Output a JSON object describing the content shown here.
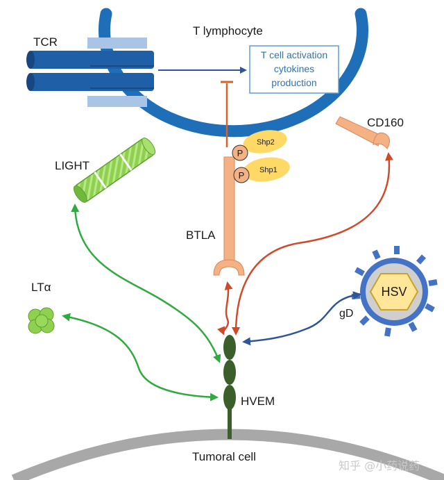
{
  "labels": {
    "t_lymphocyte": "T lymphocyte",
    "tcr": "TCR",
    "activation_line1": "T cell activation",
    "activation_line2": "cytokines",
    "activation_line3": "production",
    "cd160": "CD160",
    "light": "LIGHT",
    "btla": "BTLA",
    "shp2": "Shp2",
    "shp1": "Shp1",
    "phospho_1": "P",
    "phospho_2": "P",
    "lt_alpha": "LTα",
    "hsv": "HSV",
    "gd": "gD",
    "hvem": "HVEM",
    "tumoral_cell": "Tumoral cell"
  },
  "watermark": "知乎 @小药说药",
  "colors": {
    "t_cell_membrane": "#1f6fb8",
    "tumor_membrane": "#a8a8a8",
    "tcr": "#1f5fa8",
    "tcr_cd3": "#a9c4e4",
    "activation_box_border": "#5b9bd5",
    "activation_text": "#2e74b5",
    "btla_receptor": "#f4b183",
    "shp": "#ffd966",
    "light_ligand": "#8fd14f",
    "lt_alpha": "#8fd14f",
    "hvem": "#3a5f2a",
    "hsv_envelope": "#4472c4",
    "hsv_capsid": "#ffe699",
    "green_arrow": "#2eaa3f",
    "red_arrow": "#d04a2a",
    "blue_arrow": "#2f5597",
    "inhibition": "#d9602a"
  }
}
